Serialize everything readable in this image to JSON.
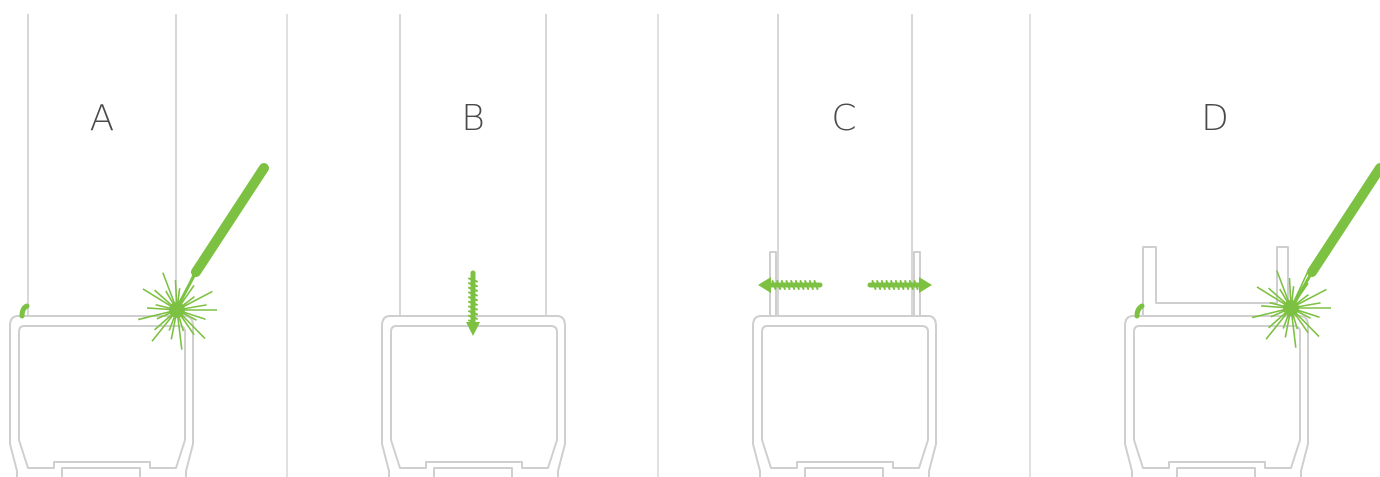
{
  "panels": [
    {
      "id": "A",
      "label": "A"
    },
    {
      "id": "B",
      "label": "B"
    },
    {
      "id": "C",
      "label": "C"
    },
    {
      "id": "D",
      "label": "D"
    }
  ],
  "colors": {
    "accent": "#7dc142",
    "outline": "#cfcfcf",
    "divider": "#d7d7d7",
    "label": "#4a4a4a"
  }
}
